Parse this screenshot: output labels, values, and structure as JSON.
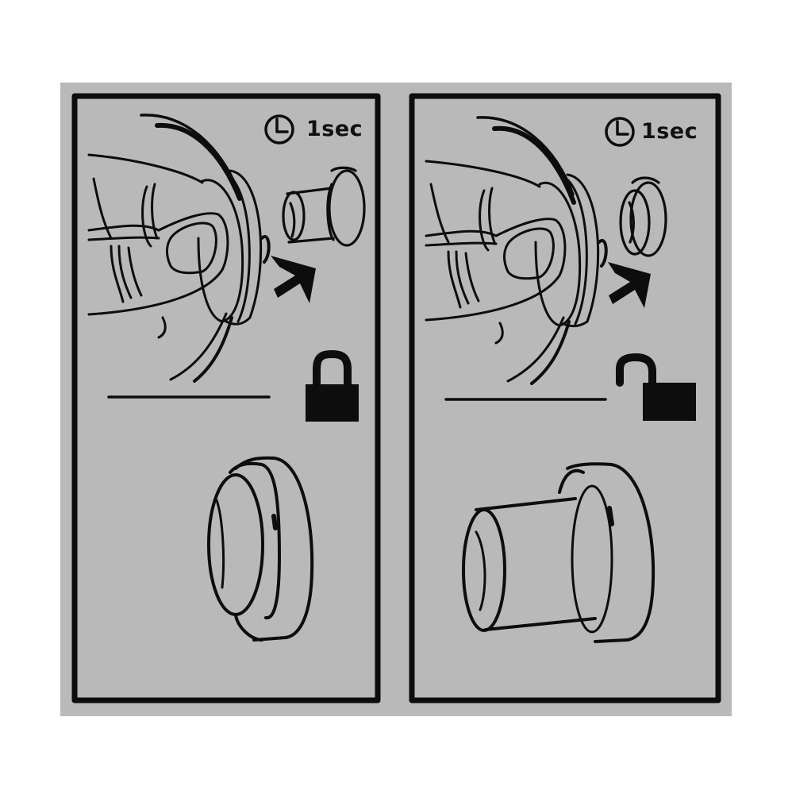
{
  "figure": {
    "description": "Two-panel instruction pictogram: hold trimmer spool and press cap for 1 second to lock / unlock",
    "colors": {
      "background": "#ffffff",
      "panel_fill": "#b9b9b9",
      "ink": "#0d0d0d"
    },
    "panels": [
      {
        "id": "left",
        "state": "locked",
        "timer_icon": "clock-icon",
        "timer_label": "1sec",
        "lock_icon": "padlock-closed-icon",
        "top_scene": "hand holding spool, cap (bump knob) extended, arrow pointing to spool",
        "bottom_scene": "cap retracted (short knob)"
      },
      {
        "id": "right",
        "state": "unlocked",
        "timer_icon": "clock-icon",
        "timer_label": "1sec",
        "lock_icon": "padlock-open-icon",
        "top_scene": "hand holding spool, cap retracted, arrow pointing to spool",
        "bottom_scene": "cap extended (long knob)"
      }
    ]
  }
}
